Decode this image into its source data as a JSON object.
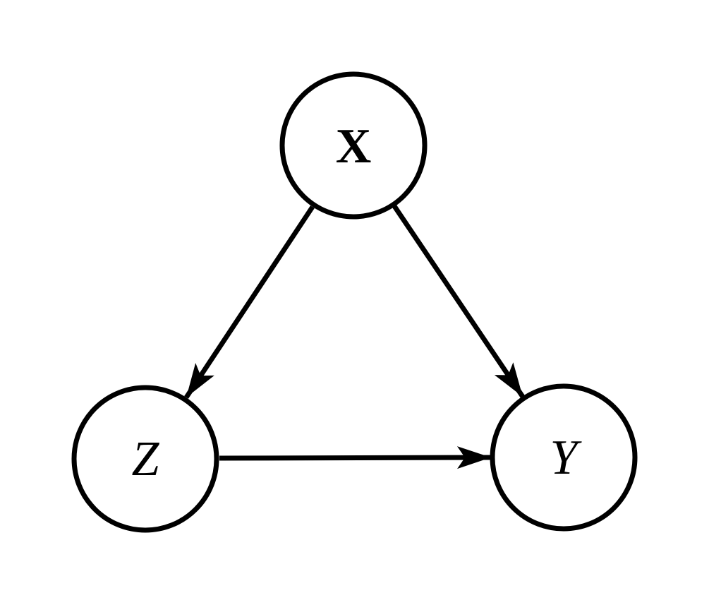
{
  "diagram": {
    "kind": "directed-graph",
    "background_color": "#ffffff",
    "node_fill_color": "#ffffff",
    "stroke_color": "#000000",
    "nodes": [
      {
        "id": "X",
        "label": "X",
        "font_style": "bold-upright-serif",
        "position": "top-center"
      },
      {
        "id": "Z",
        "label": "Z",
        "font_style": "italic-serif",
        "position": "bottom-left"
      },
      {
        "id": "Y",
        "label": "Y",
        "font_style": "italic-serif",
        "position": "bottom-right"
      }
    ],
    "edges": [
      {
        "from": "X",
        "to": "Z",
        "arrow": "filled-triangle"
      },
      {
        "from": "X",
        "to": "Y",
        "arrow": "filled-triangle"
      },
      {
        "from": "Z",
        "to": "Y",
        "arrow": "filled-triangle"
      }
    ]
  }
}
